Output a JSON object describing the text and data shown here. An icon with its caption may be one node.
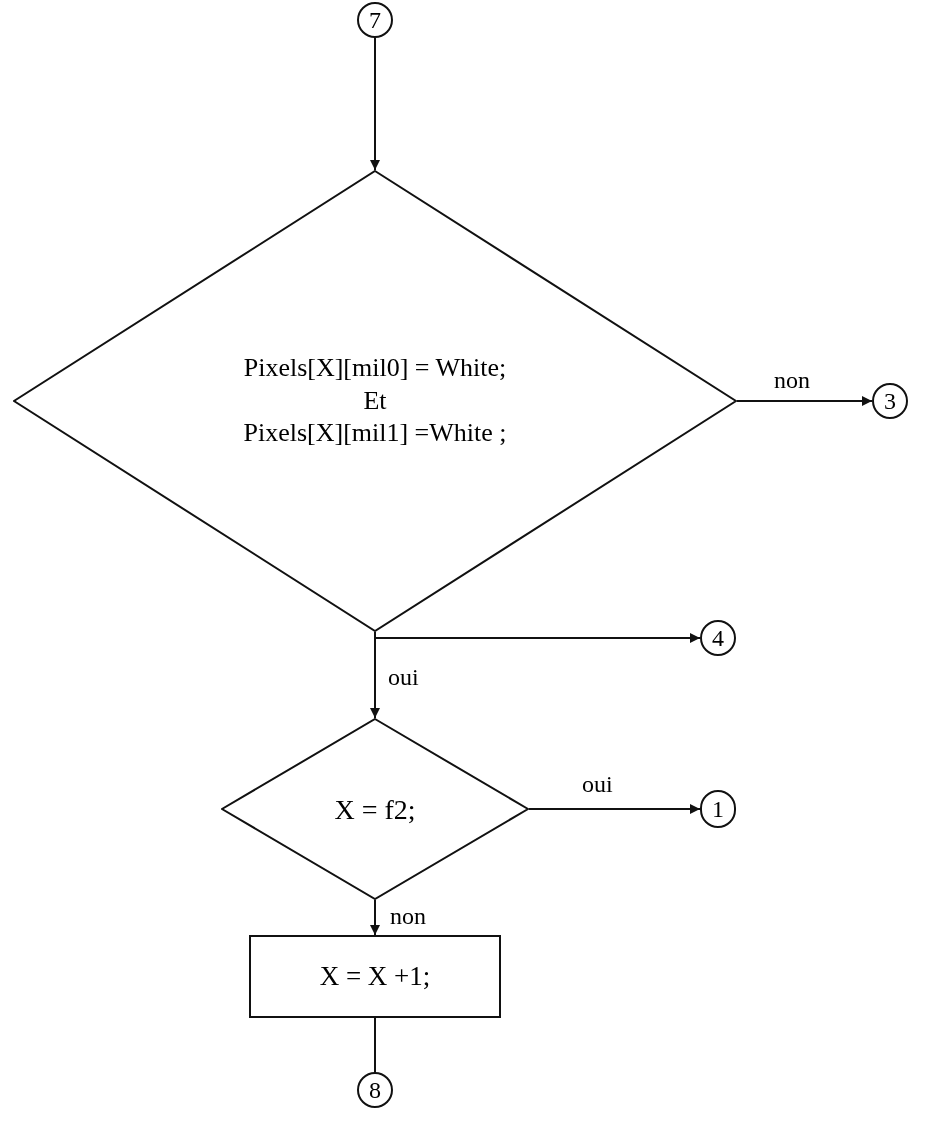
{
  "diagram": {
    "nodes": [
      {
        "text": [
          "7"
        ]
      },
      {
        "text": [
          "Pixels[X][mil0] = White;",
          "Et",
          "Pixels[X][mil1] =White ;"
        ]
      },
      {
        "text": [
          "3"
        ]
      },
      {
        "text": [
          "4"
        ]
      },
      {
        "text": [
          "X = f2;"
        ]
      },
      {
        "text": [
          "1"
        ]
      },
      {
        "text": [
          "X = X +1;"
        ]
      },
      {
        "text": [
          "8"
        ]
      }
    ],
    "edges": [
      {
        "from": 0,
        "to": 1,
        "arrow": "to"
      },
      {
        "from": 1,
        "to": 2,
        "arrow": "to",
        "label": "non"
      },
      {
        "from": 1,
        "to": 3,
        "arrow": "to"
      },
      {
        "from": 1,
        "to": 4,
        "arrow": "to",
        "label": "oui"
      },
      {
        "from": 4,
        "to": 5,
        "arrow": "to",
        "label": "oui"
      },
      {
        "from": 4,
        "to": 6,
        "arrow": "to",
        "label": "non"
      },
      {
        "from": 6,
        "to": 7,
        "arrow": "none"
      }
    ]
  }
}
